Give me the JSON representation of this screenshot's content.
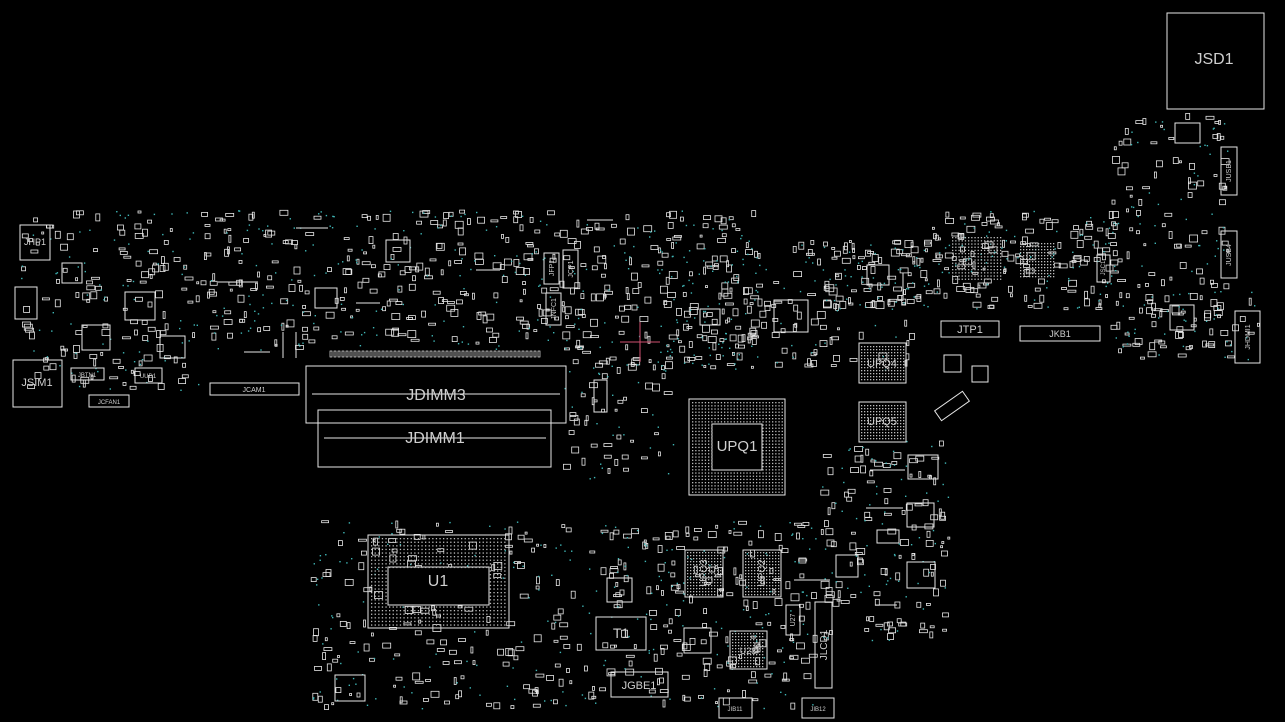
{
  "board": {
    "background": "#000000",
    "outline_color": "#e6e6e6",
    "via_color": "#3fb6b6",
    "cursor_color": "#d05070"
  },
  "labels": {
    "jsd1": "JSD1",
    "jhp1": "JHP1",
    "jsim1": "JSIM1",
    "jdimm3": "JDIMM3",
    "jdimm1": "JDIMM1",
    "upq1": "UPQ1",
    "upq4": "UPQ4",
    "upq5": "UPQ5",
    "upq3": "UPQ3",
    "upq2": "UPQ2",
    "u1": "U1",
    "t1": "T1",
    "jgbe1": "JGBE1",
    "jtp1": "JTP1",
    "jkb1": "JKB1",
    "jlcd1": "JLCD1",
    "jhdmi1": "JHDMI1",
    "jusb1": "JUSB1",
    "jusb4": "JUSB4",
    "jfp1": "JFP1",
    "jcp1": "JCP1",
    "jnfc1": "JNFC1",
    "jcam1": "JCAM1",
    "jcfan1": "JCFAN1",
    "jbtn1": "JBTN1",
    "uud1": "UUD1",
    "jib11": "JIB11",
    "jib12": "JIB12",
    "u28": "U28",
    "u27": "U27",
    "jsc1": "JSC1"
  }
}
